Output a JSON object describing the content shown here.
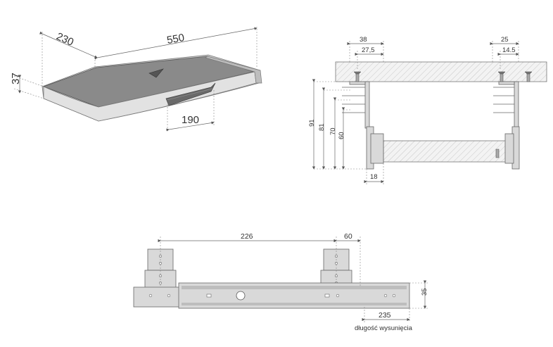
{
  "keyboard_tray": {
    "depth": "230",
    "width": "550",
    "height": "37",
    "handle_width": "190"
  },
  "side_section": {
    "top_left_total": "38",
    "top_left_inner": "27,5",
    "top_right_total": "25",
    "top_right_inner": "14.5",
    "height_91": "91",
    "height_81": "81",
    "height_70": "70",
    "height_60": "60",
    "bottom_18": "18"
  },
  "slide_rail": {
    "bracket_spacing": "226",
    "bracket_offset": "60",
    "rail_height": "35",
    "extension_length": "235",
    "extension_label": "długość wysunięcia"
  }
}
